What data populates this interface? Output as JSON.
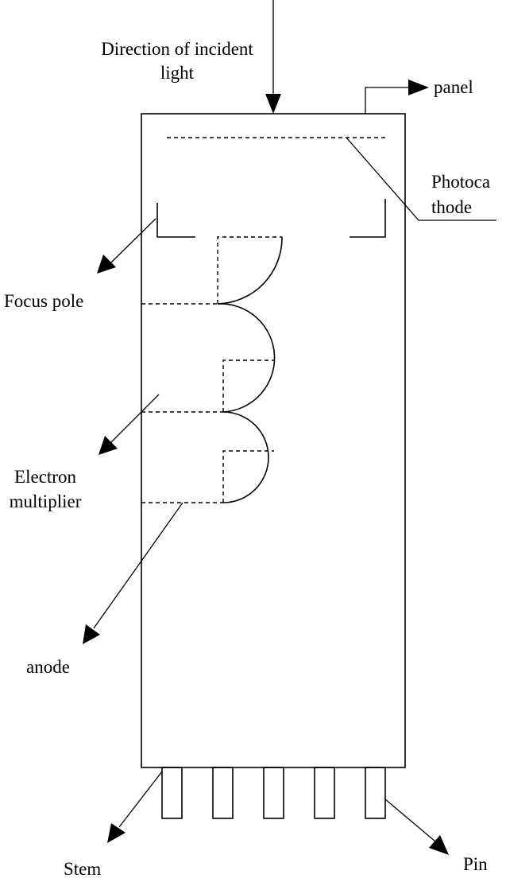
{
  "labels": {
    "incident_line1": "Direction of incident",
    "incident_line2": "light",
    "panel": "panel",
    "photocathode_line1": "Photoca",
    "photocathode_line2": "thode",
    "focus_pole": "Focus pole",
    "multiplier_line1": "Electron",
    "multiplier_line2": "multiplier",
    "anode": "anode",
    "stem": "Stem",
    "pin": "Pin"
  },
  "colors": {
    "ink": "#000000",
    "background": "#ffffff"
  }
}
